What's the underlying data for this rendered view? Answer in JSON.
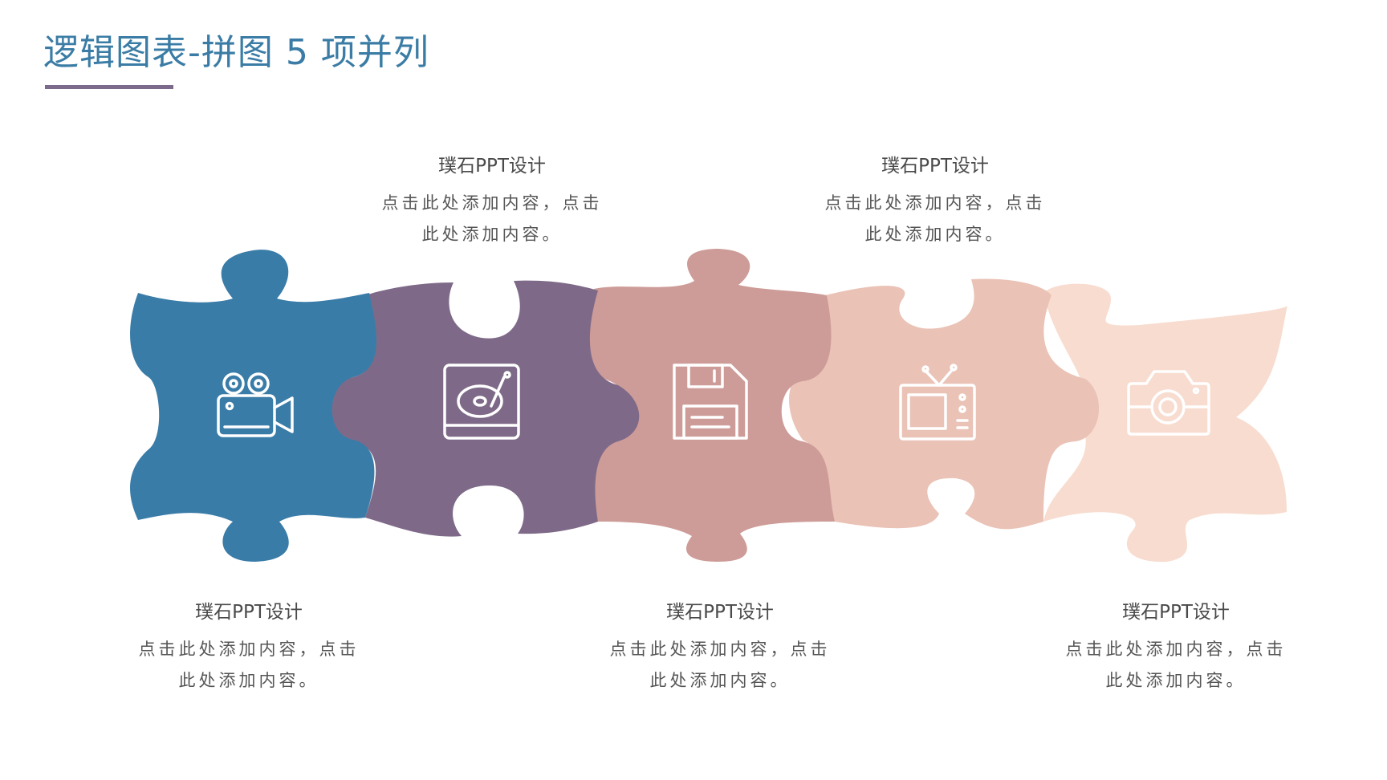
{
  "title": "逻辑图表-拼图 5 项并列",
  "colors": {
    "title": "#3a7ca5",
    "underline": "#7d6a8a",
    "piece1": "#3a7ca8",
    "piece2": "#7e6a88",
    "piece3": "#cd9c98",
    "piece4": "#eac2b6",
    "piece5": "#f8dccf"
  },
  "items": [
    {
      "icon": "video-camera-icon",
      "heading": "璞石PPT设计",
      "body_line1": "点击此处添加内容，点击",
      "body_line2": "此处添加内容。"
    },
    {
      "icon": "hard-drive-icon",
      "heading": "璞石PPT设计",
      "body_line1": "点击此处添加内容，点击",
      "body_line2": "此处添加内容。"
    },
    {
      "icon": "floppy-disk-icon",
      "heading": "璞石PPT设计",
      "body_line1": "点击此处添加内容，点击",
      "body_line2": "此处添加内容。"
    },
    {
      "icon": "television-icon",
      "heading": "璞石PPT设计",
      "body_line1": "点击此处添加内容，点击",
      "body_line2": "此处添加内容。"
    },
    {
      "icon": "camera-icon",
      "heading": "璞石PPT设计",
      "body_line1": "点击此处添加内容，点击",
      "body_line2": "此处添加内容。"
    }
  ]
}
